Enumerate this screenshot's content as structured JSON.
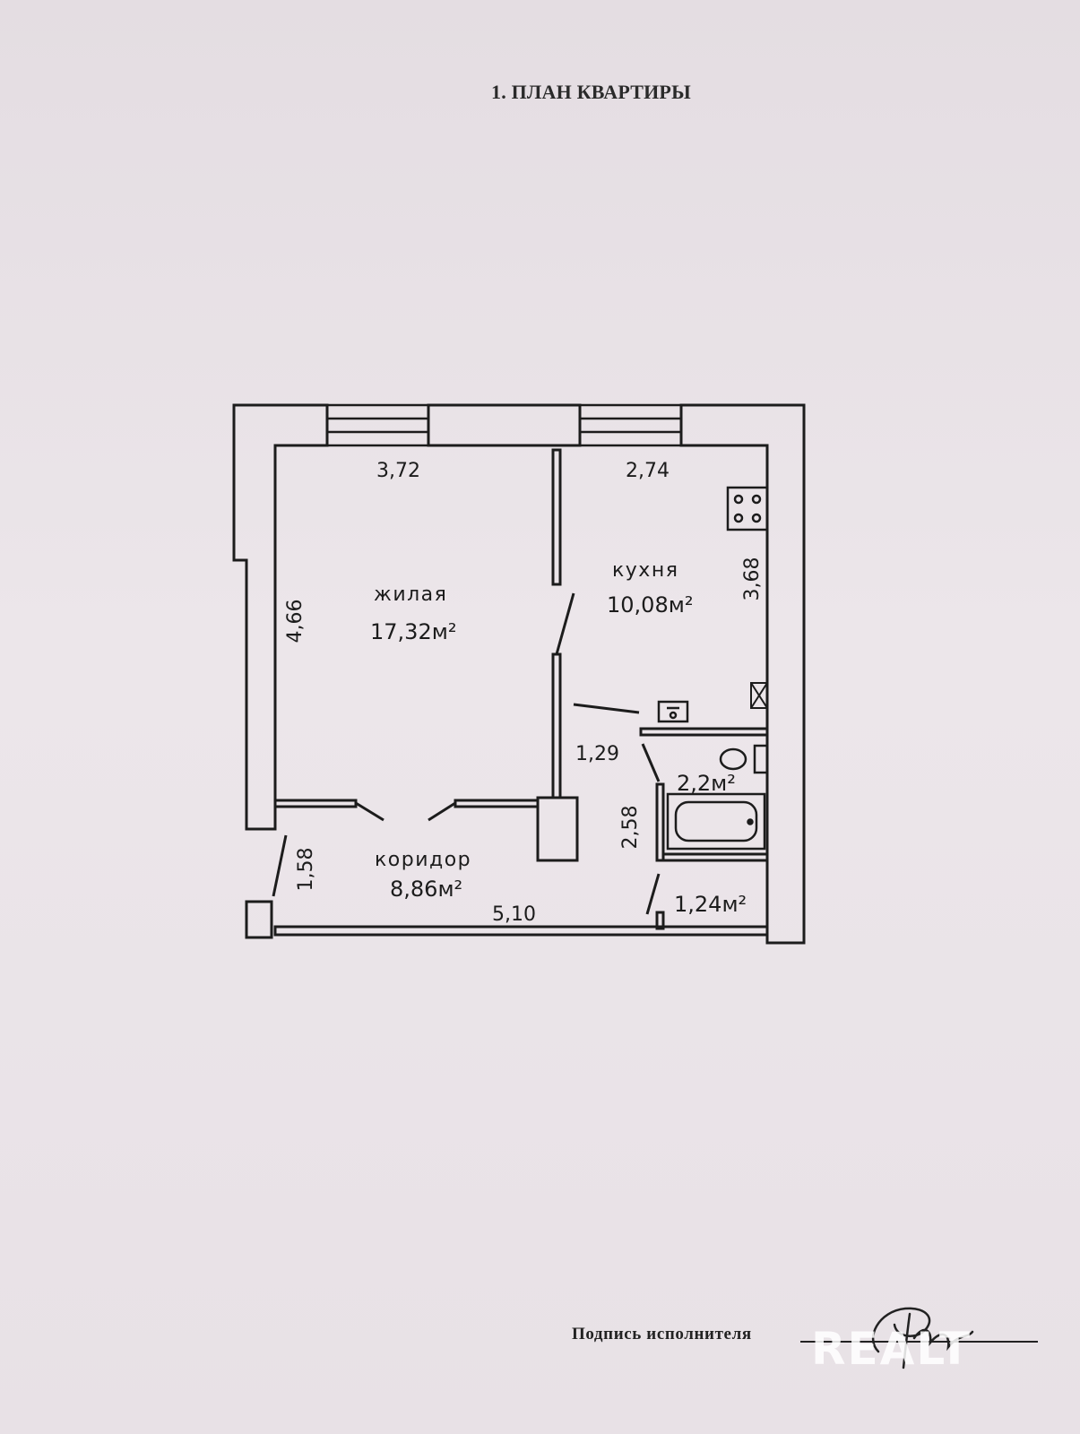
{
  "document": {
    "title": "1. ПЛАН КВАРТИРЫ",
    "signature_label": "Подпись исполнителя"
  },
  "plan": {
    "rooms": [
      {
        "name": "жилая",
        "area": "17,32м²"
      },
      {
        "name": "кухня",
        "area": "10,08м²"
      },
      {
        "name": "коридор",
        "area": "8,86м²"
      },
      {
        "name": "",
        "area": "2,2м²"
      },
      {
        "name": "",
        "area": "1,24м²"
      }
    ],
    "dimensions": {
      "living_width": "3,72",
      "kitchen_width": "2,74",
      "living_depth": "4,66",
      "kitchen_depth": "3,68",
      "bath_width": "1,29",
      "bath_depth": "2,58",
      "corridor_depth": "1,58",
      "corridor_width": "5,10"
    },
    "fixtures": [
      "stove-icon",
      "vent-icon",
      "sink-icon",
      "toilet-icon",
      "bathtub-icon"
    ]
  },
  "watermark": "REALT",
  "colors": {
    "paper": "#e6dfe3",
    "ink": "#1c1c1c",
    "watermark": "#ffffff"
  }
}
